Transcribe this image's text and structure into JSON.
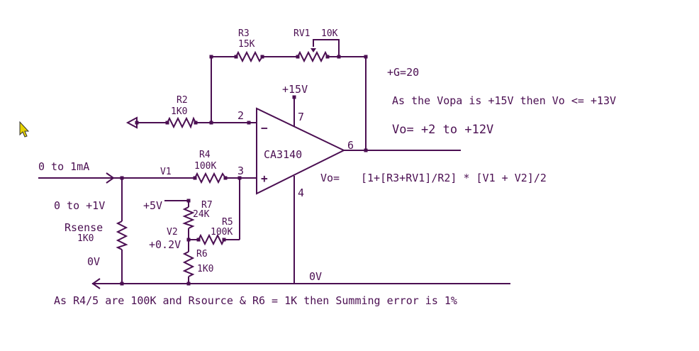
{
  "colors": {
    "ink": "#4b0f52",
    "background": "#ffffff",
    "cursor": "#e6d200"
  },
  "components": {
    "r3": {
      "ref": "R3",
      "value": "15K"
    },
    "rv1": {
      "ref": "RV1",
      "value": "10K"
    },
    "r2": {
      "ref": "R2",
      "value": "1K0"
    },
    "r4": {
      "ref": "R4",
      "value": "100K"
    },
    "r5": {
      "ref": "R5",
      "value": "100K"
    },
    "r6": {
      "ref": "R6",
      "value": "1K0"
    },
    "r7": {
      "ref": "R7",
      "value": "24K"
    },
    "rsense": {
      "ref": "Rsense",
      "value": "1K0"
    },
    "opamp": {
      "ref": "CA3140"
    }
  },
  "pins": {
    "inv": "2",
    "noninv": "3",
    "out": "6",
    "vplus": "7",
    "vminus": "4",
    "minus_sign": "−",
    "plus_sign": "+"
  },
  "nets": {
    "vcc": "+15V",
    "ref5v": "+5V",
    "v1": "V1",
    "v2": "V2",
    "v2_value": "+0.2V",
    "ground_left": "0V",
    "ground_mid": "0V",
    "input_current": "0 to 1mA",
    "input_voltage": "0 to +1V"
  },
  "notes": {
    "gain": "+G=20",
    "vopa": "As the Vopa is +15V then Vo <= +13V",
    "range": "Vo= +2 to +12V",
    "formula_lhs": "Vo=",
    "formula_rhs": "[1+[R3+RV1]/R2] * [V1 + V2]/2",
    "error": "As R4/5  are 100K and Rsource & R6 = 1K then Summing error is 1%"
  },
  "icons": [
    "ground-arrow-icon",
    "input-arrow-icon",
    "pointer-cursor-icon"
  ]
}
